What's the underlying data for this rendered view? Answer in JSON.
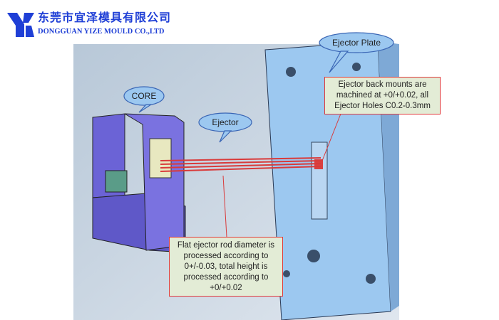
{
  "company": {
    "name_cn": "东莞市宜泽模具有限公司",
    "name_en": "DONGGUAN YIZE MOULD CO.,LTD"
  },
  "labels": {
    "core": "CORE",
    "ejector": "Ejector",
    "ejector_plate": "Ejector Plate"
  },
  "notes": {
    "back_mounts": "Ejector back mounts are machined at +0/+0.02, all Ejector Holes C0.2-0.3mm",
    "rod_diameter": "Flat ejector rod diameter is processed according to 0+/-0.03, total height is processed according to +0/+0.02"
  },
  "colors": {
    "brand": "#1f3fd6",
    "plate": "#9cc8f0",
    "core": "#6b63d6",
    "rod": "#d93a3a",
    "note_bg": "#e3ecd6",
    "note_border": "#e0393a"
  }
}
